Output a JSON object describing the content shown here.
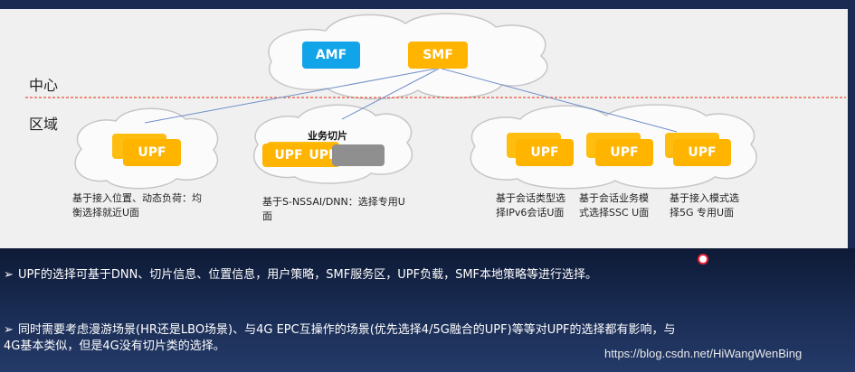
{
  "zones": {
    "center": "中心",
    "region": "区域"
  },
  "nf": {
    "amf": "AMF",
    "smf": "SMF",
    "upf": "UPF"
  },
  "slice_label": "业务切片",
  "captions": {
    "left_1": "基于接入位置、动态负荷：均",
    "left_2": "衡选择就近U面",
    "slice_1": "基于S-NSSAI/DNN：选择专用U",
    "slice_2": "面",
    "session_1": "基于会话类型选",
    "session_2": "择IPv6会话U面",
    "ssc_1": "基于会话业务模",
    "ssc_2": "式选择SSC U面",
    "access_1": "基于接入模式选",
    "access_2": "择5G 专用U面"
  },
  "bullets": {
    "b1": "UPF的选择可基于DNN、切片信息、位置信息，用户策略，SMF服务区，UPF负载，SMF本地策略等进行选择。",
    "b2_line1": "同时需要考虑漫游场景(HR还是LBO场景)、与4G EPC互操作的场景(优先选择4/5G融合的UPF)等等对UPF的选择都有影响，与",
    "b2_line2": "4G基本类似，但是4G没有切片类的选择。"
  },
  "bullet_marker": "➢",
  "watermark": "https://blog.csdn.net/HiWangWenBing",
  "colors": {
    "amf": "#12a4e8",
    "upf": "#ffb400",
    "divider": "#e8503a",
    "link": "#6f8fc8"
  }
}
